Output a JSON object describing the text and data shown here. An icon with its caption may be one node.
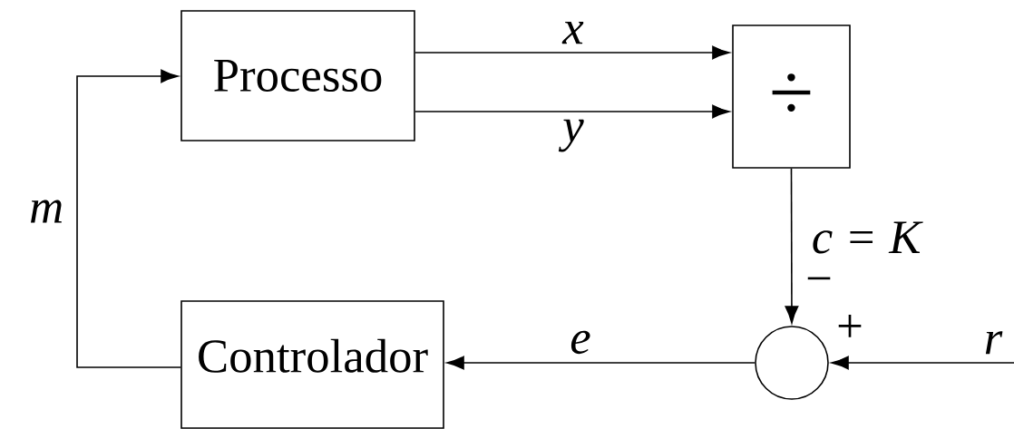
{
  "diagram": {
    "nodes": [
      {
        "text": [
          "Processo"
        ]
      },
      {
        "text": [
          "÷"
        ]
      },
      {
        "text": [],
        "shape": "circle"
      },
      {
        "text": [
          "Controlador"
        ]
      }
    ],
    "edges": [
      {
        "from": 0,
        "to": 1,
        "arrow": "to",
        "label": "x"
      },
      {
        "from": 0,
        "to": 1,
        "arrow": "to",
        "label": "y"
      },
      {
        "from": 1,
        "to": 2,
        "arrow": "to",
        "label": "c = K"
      },
      {
        "from": 2,
        "to": 3,
        "arrow": "to",
        "label": "e"
      },
      {
        "from": null,
        "to": 2,
        "arrow": "to",
        "label": "r"
      },
      {
        "from": 3,
        "to": 0,
        "arrow": "to",
        "label": "m"
      }
    ],
    "labels": [
      "−",
      "+"
    ]
  }
}
